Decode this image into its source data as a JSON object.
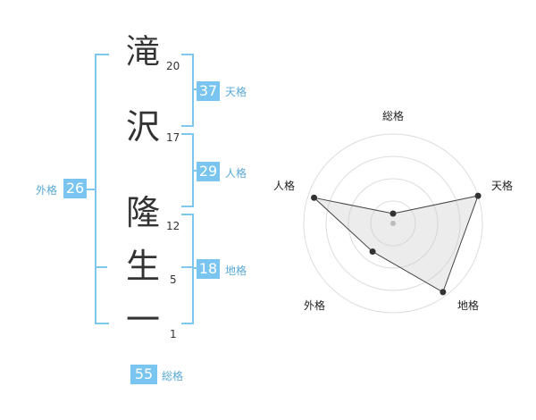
{
  "name": {
    "chars": [
      {
        "char": "滝",
        "strokes": "20"
      },
      {
        "char": "沢",
        "strokes": "17"
      },
      {
        "char": "隆",
        "strokes": "12"
      },
      {
        "char": "生",
        "strokes": "5"
      },
      {
        "char": "一",
        "strokes": "1"
      }
    ]
  },
  "fortunes": {
    "tenkaku": {
      "value": "37",
      "label": "天格"
    },
    "jinkaku": {
      "value": "29",
      "label": "人格"
    },
    "chikaku": {
      "value": "18",
      "label": "地格"
    },
    "gaikaku": {
      "value": "26",
      "label": "外格"
    },
    "soukaku": {
      "value": "55",
      "label": "総格"
    }
  },
  "chart_data": {
    "type": "radar",
    "axes": [
      "総格",
      "天格",
      "地格",
      "外格",
      "人格"
    ],
    "rings": 4,
    "values": [
      0.11,
      1.0,
      0.95,
      0.39,
      0.93
    ]
  },
  "colors": {
    "accent": "#79c5f0",
    "bracket": "#7ec8f0"
  }
}
